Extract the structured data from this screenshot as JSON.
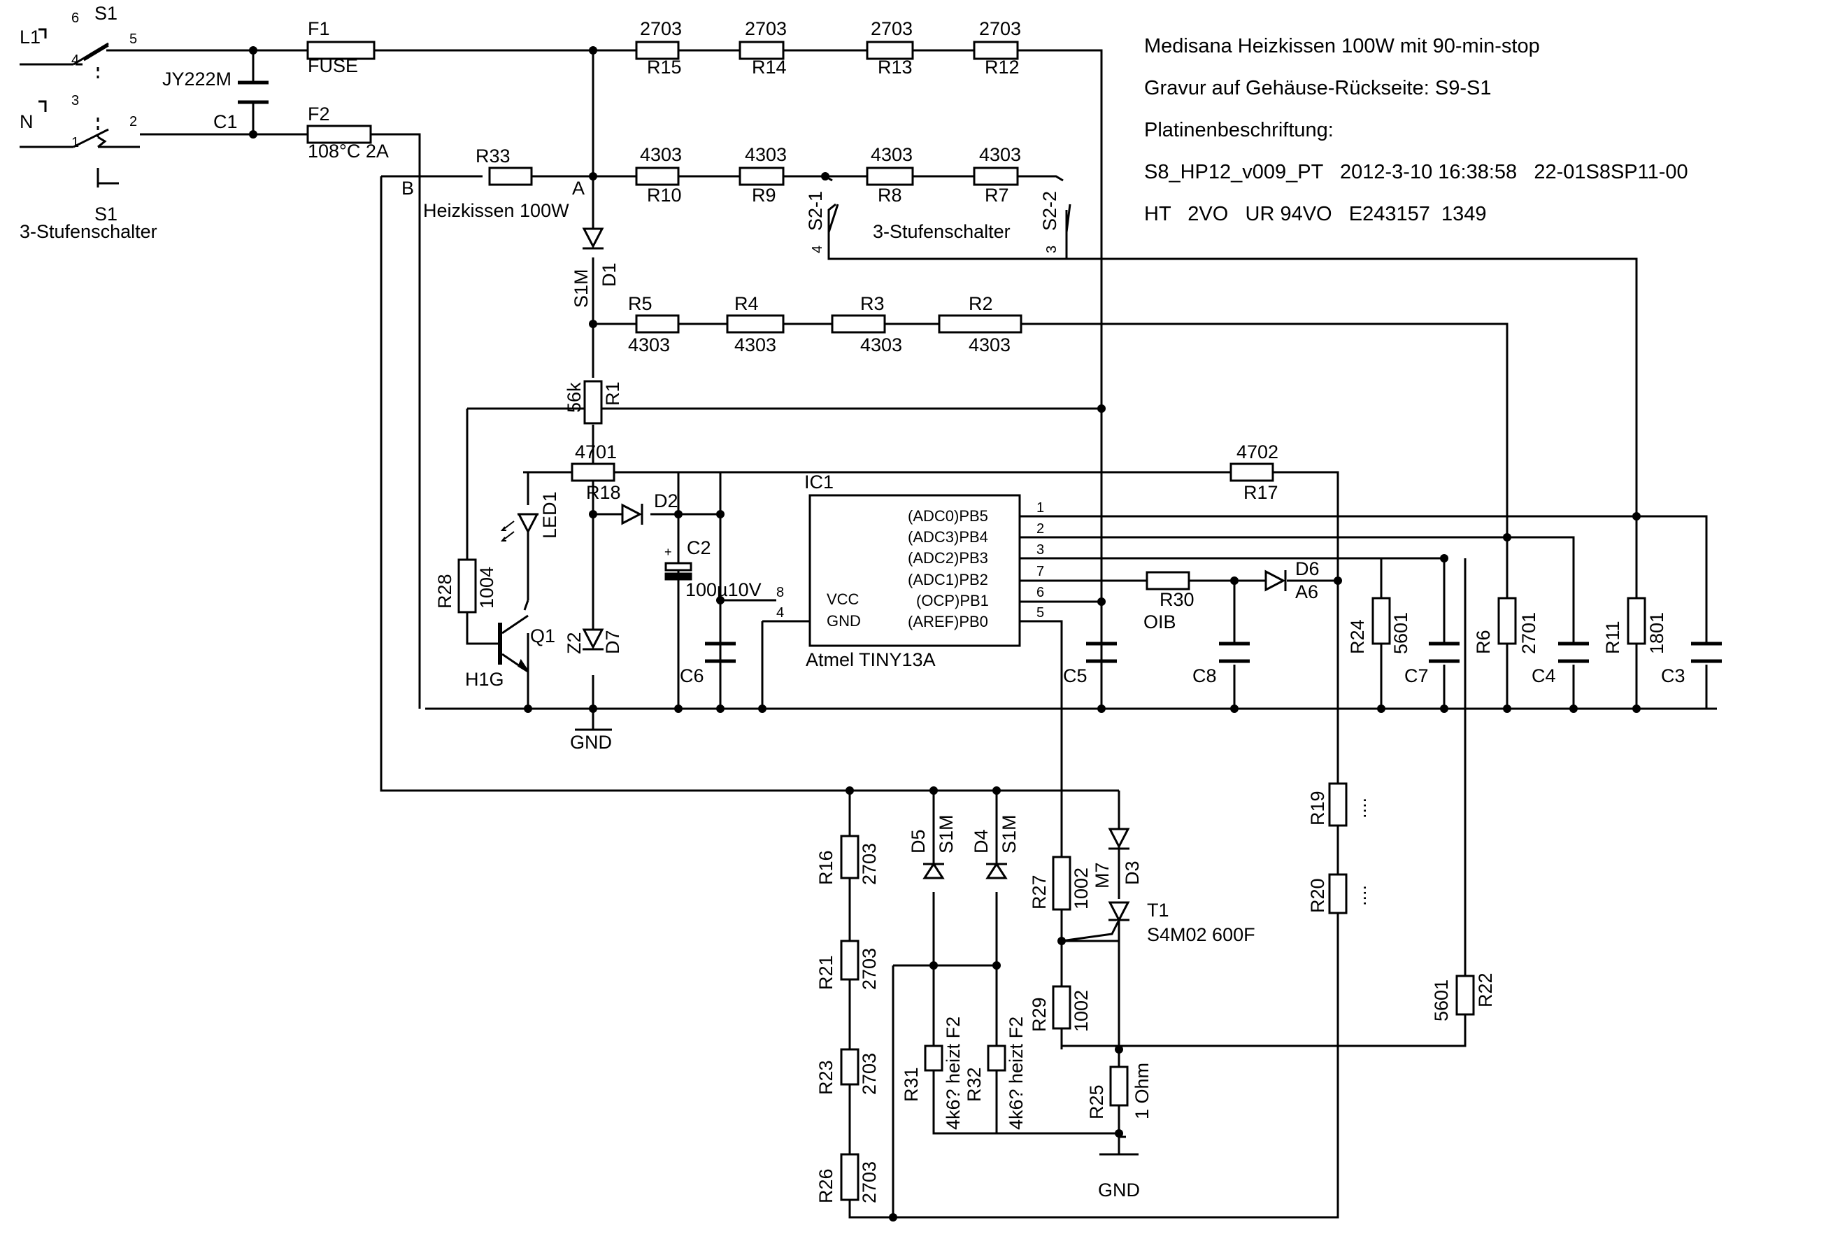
{
  "notes": {
    "line1": "Medisana Heizkissen 100W mit 90-min-stop",
    "line2": "Gravur auf Gehäuse-Rückseite: S9-S1",
    "line3": "Platinenbeschriftung:",
    "line4": "S8_HP12_v009_PT   2012-3-10 16:38:58   22-01S8SP11-00",
    "line5": "HT   2VO   UR 94VO   E243157  1349"
  },
  "labels": {
    "L1": "L1",
    "N": "N",
    "S1a": "S1",
    "S1b": "S1",
    "S1_sw": "3-Stufenschalter",
    "pin6": "6",
    "pin5": "5",
    "pin4": "4",
    "pin3": "3",
    "pin2": "2",
    "pin1": "1",
    "JY222M": "JY222M",
    "C1": "C1",
    "F1": "F1",
    "FUSE": "FUSE",
    "F2": "F2",
    "F2val": "108°C 2A",
    "R33": "R33",
    "B": "B",
    "A": "A",
    "heizkissen": "Heizkissen 100W",
    "R15v": "2703",
    "R14v": "2703",
    "R13v": "2703",
    "R12v": "2703",
    "R15": "R15",
    "R14": "R14",
    "R13": "R13",
    "R12": "R12",
    "R10v": "4303",
    "R9v": "4303",
    "R8v": "4303",
    "R7v": "4303",
    "R10": "R10",
    "R9": "R9",
    "R8": "R8",
    "R7": "R7",
    "S2_1": "S2-1",
    "S2_2": "S2-2",
    "S2_sw": "3-Stufenschalter",
    "s2p4": "4",
    "s2p3": "3",
    "D1": "D1",
    "S1M_d1": "S1M",
    "R5": "R5",
    "R4": "R4",
    "R3": "R3",
    "R2": "R2",
    "R5v": "4303",
    "R4v": "4303",
    "R3v": "4303",
    "R2v": "4303",
    "R1": "R1",
    "R1v": "56k",
    "R18": "R18",
    "R18v": "4701",
    "R17": "R17",
    "R17v": "4702",
    "IC1": "IC1",
    "D2": "D2",
    "LED1": "LED1",
    "C2": "C2",
    "C2v": "100µ10V",
    "plus": "+",
    "R28": "R28",
    "R28v": "1004",
    "Q1": "Q1",
    "H1G": "H1G",
    "Z2": "Z2",
    "D7": "D7",
    "C6": "C6",
    "GND1": "GND",
    "vcc": "VCC",
    "gnd": "GND",
    "p8": "8",
    "p4": "4",
    "pb5": "(ADC0)PB5",
    "pb4": "(ADC3)PB4",
    "pb3": "(ADC2)PB3",
    "pb2": "(ADC1)PB2",
    "pb1": "(OCP)PB1",
    "pb0": "(AREF)PB0",
    "n1": "1",
    "n2": "2",
    "n3": "3",
    "n7": "7",
    "n6": "6",
    "n5": "5",
    "atmel": "Atmel TINY13A",
    "R30": "R30",
    "OIB": "OIB",
    "D6": "D6",
    "A6": "A6",
    "C5": "C5",
    "C8": "C8",
    "R24": "R24",
    "R24v": "5601",
    "C7": "C7",
    "R6": "R6",
    "R6v": "2701",
    "C4": "C4",
    "R11": "R11",
    "R11v": "1801",
    "C3": "C3",
    "R19": "R19",
    "R19v": "....",
    "R20": "R20",
    "R20v": "....",
    "R16": "R16",
    "R16v": "2703",
    "R21": "R21",
    "R21v": "2703",
    "R23": "R23",
    "R23v": "2703",
    "R26": "R26",
    "R26v": "2703",
    "D5": "D5",
    "S1M_d5": "S1M",
    "D4": "D4",
    "S1M_d4": "S1M",
    "R27": "R27",
    "R27v": "1002",
    "R29": "R29",
    "R29v": "1002",
    "M7": "M7",
    "D3": "D3",
    "T1": "T1",
    "T1v": "S4M02 600F",
    "R31": "R31",
    "R31v": "4k6? heizt F2",
    "R32": "R32",
    "R32v": "4k6? heizt F2",
    "R25": "R25",
    "R25v": "1 Ohm",
    "GND2": "GND",
    "R22": "R22",
    "R22v": "5601"
  }
}
